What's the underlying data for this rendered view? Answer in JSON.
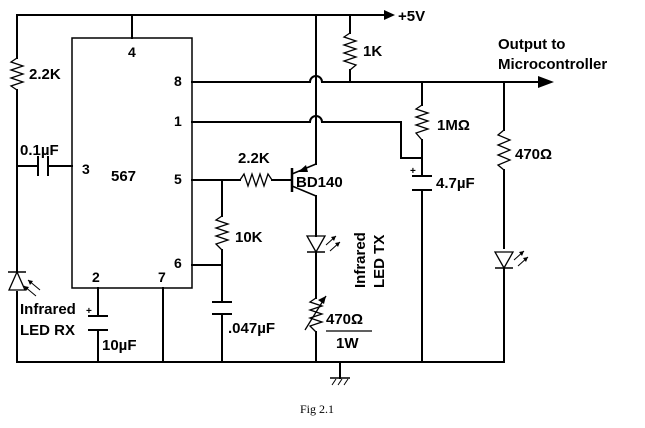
{
  "supply": {
    "label": "+5V"
  },
  "output": {
    "line1": "Output to",
    "line2": "Microcontroller"
  },
  "ic": {
    "name": "567",
    "pins": {
      "p1": "1",
      "p2": "2",
      "p3": "3",
      "p4": "4",
      "p5": "5",
      "p6": "6",
      "p7": "7",
      "p8": "8"
    }
  },
  "components": {
    "r_pullup_left": "2.2K",
    "c_timing": "0.1µF",
    "rx_label_1": "Infrared",
    "rx_label_2": "LED RX",
    "c_rx": "10µF",
    "r_base": "2.2K",
    "transistor": "BD140",
    "r_timing": "10K",
    "c_loop": ".047µF",
    "tx_label_1": "Infrared",
    "tx_label_2": "LED TX",
    "r_tx_top": "470Ω",
    "r_tx_bottom": "1W",
    "r_out": "1K",
    "r_1m": "1MΩ",
    "c_out": "4.7µF",
    "r_led": "470Ω"
  },
  "caption": "Fig 2.1"
}
